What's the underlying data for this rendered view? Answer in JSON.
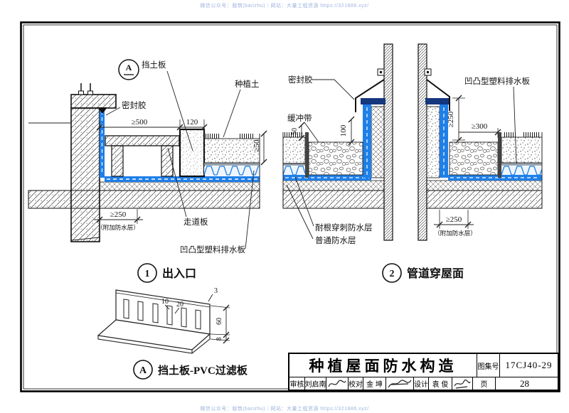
{
  "watermark": {
    "text": "微信公众号：版筑(banzhu)｜网站：大量工程资源 https://321886.xyz/"
  },
  "colors": {
    "membrane_blue": "#1f7fe8",
    "membrane_navy": "#15377d",
    "watermark_blue": "#8ea6d8",
    "line_black": "#111111"
  },
  "d1": {
    "marker": "A",
    "label_dangtuban": "挡土板",
    "label_mifengjiao": "密封胶",
    "label_zhongzhitu": "种植土",
    "label_zoudaoban": "走道板",
    "label_paishuiban": "凹凸型塑料排水板",
    "dim_500": "≥500",
    "dim_120": "120",
    "dim_50": "≥50",
    "dim_250": "≥250",
    "dim_250_note": "（附加防水层）",
    "num": "1",
    "caption": "出入口"
  },
  "d2": {
    "label_mifengjiao": "密封胶",
    "label_huanchongdai": "缓冲带",
    "label_naigen": "耐根穿刺防水层",
    "label_putong": "普通防水层",
    "label_paishuiban": "凹凸型塑料排水板",
    "dim_50": "50",
    "dim_100": "100",
    "dim_250v": "≥250",
    "dim_300": "≥300",
    "dim_250": "≥250",
    "dim_250_note": "（附加防水层）",
    "num": "2",
    "caption": "管道穿屋面"
  },
  "dA": {
    "marker": "A",
    "caption": "挡土板-PVC过滤板",
    "dim_10": "10",
    "dim_20": "20",
    "dim_3": "3",
    "dim_60": "60",
    "dim_8": "8"
  },
  "titleblock": {
    "title": "种植屋面防水构造",
    "atlas_label": "图集号",
    "atlas_no": "17CJ40-29",
    "page_label": "页",
    "page_no": "28",
    "review_label": "审核",
    "review_name": "刘启南",
    "check_label": "校对",
    "check_name": "金 坤",
    "design_label": "设计",
    "design_name": "袁 俊"
  }
}
